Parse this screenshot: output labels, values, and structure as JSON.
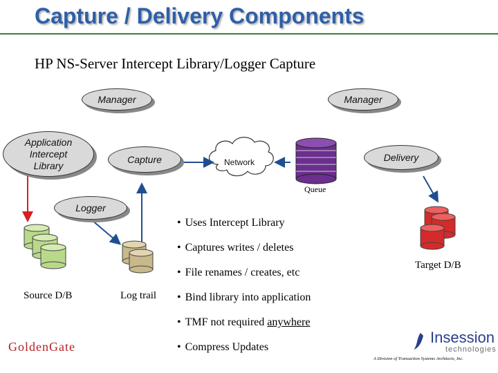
{
  "title": "Capture / Delivery Components",
  "subtitle": "HP NS-Server Intercept Library/Logger Capture",
  "nodes": {
    "manager_left": "Manager",
    "manager_right": "Manager",
    "app_line1": "Application",
    "app_line2": "Intercept",
    "app_line3": "Library",
    "capture": "Capture",
    "network": "Network",
    "delivery": "Delivery",
    "queue": "Queue",
    "logger": "Logger"
  },
  "labels": {
    "source": "Source D/B",
    "logtrail": "Log trail",
    "target": "Target D/B"
  },
  "bullets": [
    "Uses Intercept Library",
    "Captures writes / deletes",
    "File renames / creates, etc",
    "Bind library into application",
    "TMF not required ",
    "Compress Updates"
  ],
  "bullet_tmf_underline": "anywhere",
  "bullet_marker": "•",
  "logos": {
    "goldengate": "GoldenGate",
    "insession": "Insession",
    "insession_sub": "technologies",
    "footnote": "A Division of Transaction Systems Architects, Inc."
  },
  "colors": {
    "title": "#2f5fa8",
    "title_rule": "#3a7d3a",
    "arrow_blue": "#1f4f8f",
    "arrow_red": "#d42020",
    "source_db": "#b9d98a",
    "logtrail_db": "#c9b98a",
    "target_db": "#d42a2a",
    "queue": "#6b2f8f"
  }
}
